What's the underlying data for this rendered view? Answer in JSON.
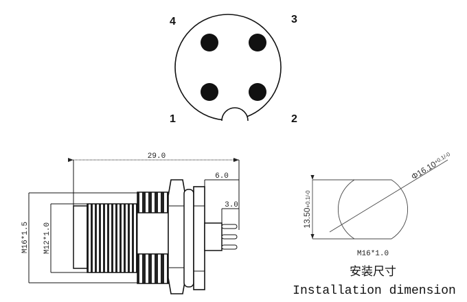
{
  "pinout": {
    "pins": [
      "4",
      "3",
      "1",
      "2"
    ]
  },
  "side_view": {
    "length": "29.0",
    "rear_length": "6.0",
    "pin_length": "3.0",
    "outer_thread": "M16*1.5",
    "inner_thread": "M12*1.0"
  },
  "installation": {
    "height": "13.50",
    "height_tol": "+0.1/-0",
    "diameter": "Φ16.10",
    "diameter_tol": "+0.1/-0",
    "thread": "M16*1.0",
    "title_cn": "安装尺寸",
    "title_en": "Installation dimension"
  }
}
